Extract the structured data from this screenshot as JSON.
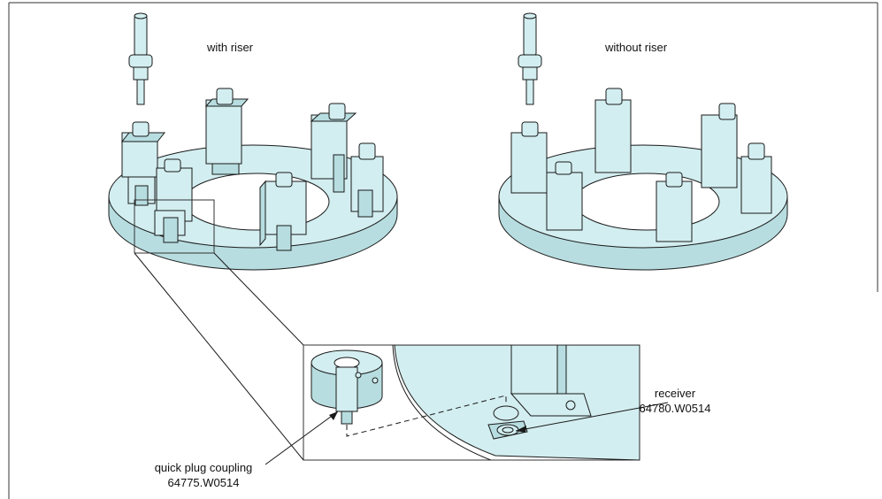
{
  "labels": {
    "with_riser": "with riser",
    "without_riser": "without riser",
    "receiver_name": "receiver",
    "receiver_part": "64780.W0514",
    "coupling_name": "quick plug coupling",
    "coupling_part": "64775.W0514"
  },
  "colors": {
    "part_fill": "#d3eef0",
    "part_fill_dark": "#b7dde0",
    "stroke": "#1a1a1a",
    "frame": "#333333"
  },
  "icons": [
    "riser-pin-icon",
    "quick-plug-coupling-icon",
    "receiver-icon"
  ]
}
